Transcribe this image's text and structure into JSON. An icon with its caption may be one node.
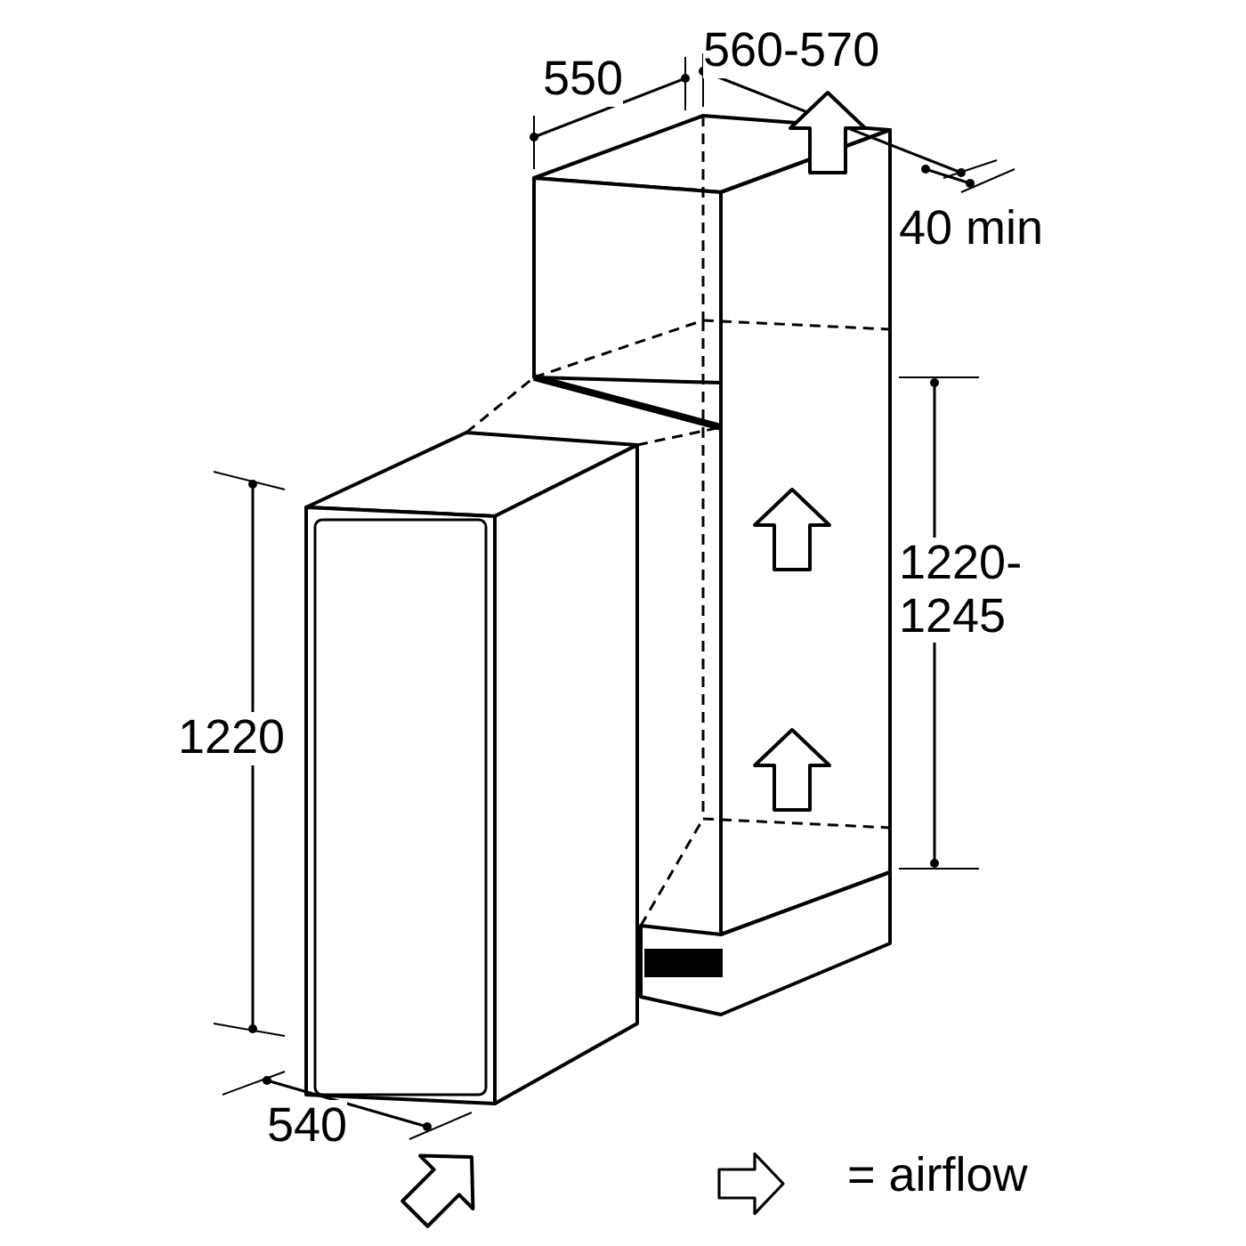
{
  "diagram": {
    "labels": [
      "550",
      "560-570",
      "40 min",
      "1220- 1245",
      "1220",
      "540"
    ],
    "legend": [
      {
        "text": "= airflow"
      }
    ]
  }
}
